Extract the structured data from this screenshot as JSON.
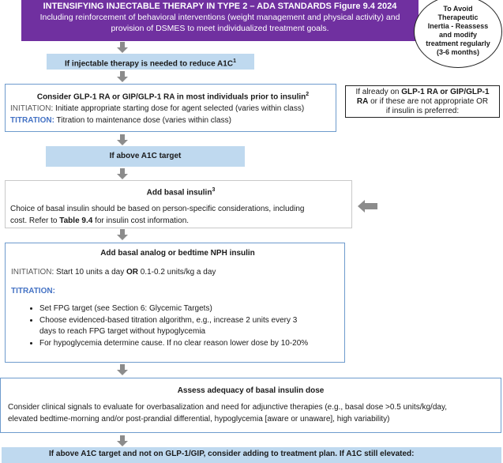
{
  "header": {
    "title": "INTENSIFYING INJECTABLE THERAPY IN TYPE 2 – ADA STANDARDS Figure 9.4 2024",
    "subtitle_line1": "Including reinforcement of behavioral interventions (weight management and physical activity) and",
    "subtitle_line2": "provision of DSMES to meet individualized treatment goals."
  },
  "oval_note": {
    "line1": "To Avoid",
    "line2": "Therapeutic",
    "line3": "Inertia - Reassess",
    "line4": "and modify",
    "line5": "treatment regularly",
    "line6": "(3-6 months)"
  },
  "step1": {
    "text": "If injectable therapy is needed to reduce A1C",
    "sup": "1"
  },
  "step2": {
    "title": "Consider GLP-1 RA or GIP/GLP-1 RA in most individuals prior to insulin",
    "title_sup": "2",
    "initiation_label": "INITIATION",
    "initiation_text": ": Initiate appropriate starting dose for agent selected (varies within class)",
    "titration_label": "TITRATION:",
    "titration_text": " Titration to maintenance dose (varies within class)"
  },
  "side_note": {
    "pre": "If already on ",
    "bold1": "GLP-1 RA or GIP/GLP-1",
    "bold2": "RA",
    "post": " or if these are not appropriate OR",
    "line3": "if insulin is preferred:"
  },
  "step3": {
    "text": "If above A1C target"
  },
  "step4": {
    "title": "Add basal insulin",
    "title_sup": "3",
    "line1": "Choice of basal insulin should be based on person-specific considerations, including",
    "line2_pre": "cost. Refer to ",
    "line2_bold": "Table 9.4",
    "line2_post": " for insulin cost information."
  },
  "step5": {
    "title": "Add basal analog or bedtime NPH insulin",
    "initiation_label": "INITIATION",
    "initiation_pre": ": Start 10 units a day ",
    "initiation_bold": "OR",
    "initiation_post": " 0.1-0.2 units/kg a day",
    "titration_label": "TITRATION:",
    "bullets": [
      "Set FPG target (see Section 6: Glycemic Targets)",
      "Choose evidenced-based titration algorithm, e.g., increase 2 units every 3",
      "For hypoglycemia determine cause. If no clear reason lower dose by 10-20%"
    ],
    "bullet2_cont": "days to reach FPG target without hypoglycemia"
  },
  "step6": {
    "title": "Assess adequacy of basal insulin dose",
    "line1": "Consider clinical signals to evaluate for overbasalization and need for adjunctive therapies (e.g., basal dose >0.5 units/kg/day,",
    "line2": "elevated bedtime-morning and/or post-prandial differential, hypoglycemia [aware or unaware], high variability)"
  },
  "step7": {
    "text": "If above A1C target and not on GLP-1/GIP, consider adding to treatment plan. If A1C still elevated:"
  }
}
